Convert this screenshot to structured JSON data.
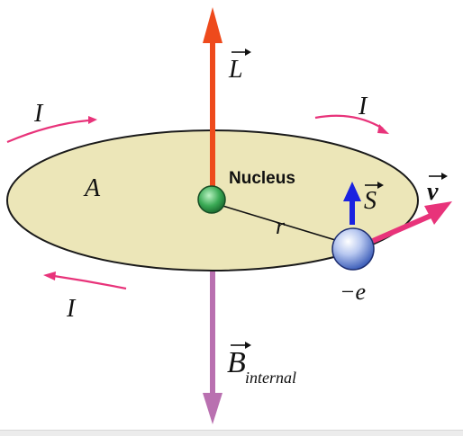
{
  "labels": {
    "angular_momentum": "L",
    "current": "I",
    "area": "A",
    "nucleus": "Nucleus",
    "spin": "S",
    "velocity": "v",
    "radius": "r",
    "charge": "−e",
    "field_main": "B",
    "field_sub": "internal"
  },
  "colors": {
    "disk_fill": "#ece6b8",
    "disk_stroke": "#1a1a1a",
    "L_arrow": "#ee4a1c",
    "B_arrow": "#b970b0",
    "B_inside": "#e5c8e1",
    "current_arrows": "#e8337a",
    "velocity_arrow": "#e8337a",
    "spin_arrow": "#1a22e0",
    "nucleus": "#3aaa55",
    "electron": "#8ea6e6"
  }
}
